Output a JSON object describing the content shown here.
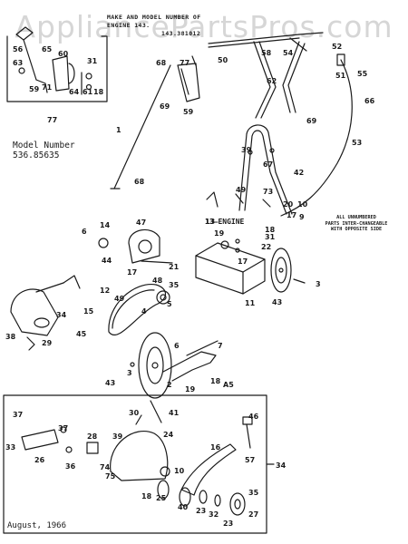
{
  "header": {
    "line1": "MAKE AND MODEL NUMBER OF",
    "line2": "ENGINE 143.",
    "line3": "143.381012"
  },
  "watermark": "AppliancePartsPros.com",
  "model": {
    "label": "Model Number",
    "number": "536.85635"
  },
  "note": {
    "line1": "ALL UNNUMBERED",
    "line2": "PARTS INTER-CHANGEABLE",
    "line3": "WITH OPPOSITE SIDE"
  },
  "engine_label": "13—ENGINE",
  "date": "August, 1966",
  "callouts": {
    "inset": [
      "56",
      "65",
      "63",
      "59",
      "71",
      "60",
      "64",
      "31",
      "61",
      "18",
      "77"
    ],
    "upper": [
      "68",
      "77",
      "69",
      "59",
      "1",
      "68",
      "50",
      "58",
      "54",
      "52",
      "51",
      "55",
      "62",
      "69",
      "66",
      "53",
      "39",
      "67",
      "42",
      "49",
      "73",
      "10",
      "20",
      "17",
      "9",
      "13"
    ],
    "middle": [
      "14",
      "6",
      "47",
      "44",
      "21",
      "12",
      "17",
      "48",
      "35",
      "49",
      "5",
      "15",
      "34",
      "38",
      "29",
      "45",
      "4",
      "11",
      "19",
      "17",
      "18",
      "31",
      "22",
      "43",
      "3"
    ],
    "wheel": [
      "6",
      "7",
      "3",
      "43",
      "2",
      "19",
      "18",
      "A5"
    ],
    "lower": [
      "37",
      "33",
      "26",
      "37",
      "36",
      "28",
      "30",
      "41",
      "24",
      "39",
      "74",
      "75",
      "18",
      "25",
      "10",
      "46",
      "16",
      "57",
      "34",
      "40",
      "23",
      "32",
      "35",
      "27",
      "23"
    ]
  }
}
